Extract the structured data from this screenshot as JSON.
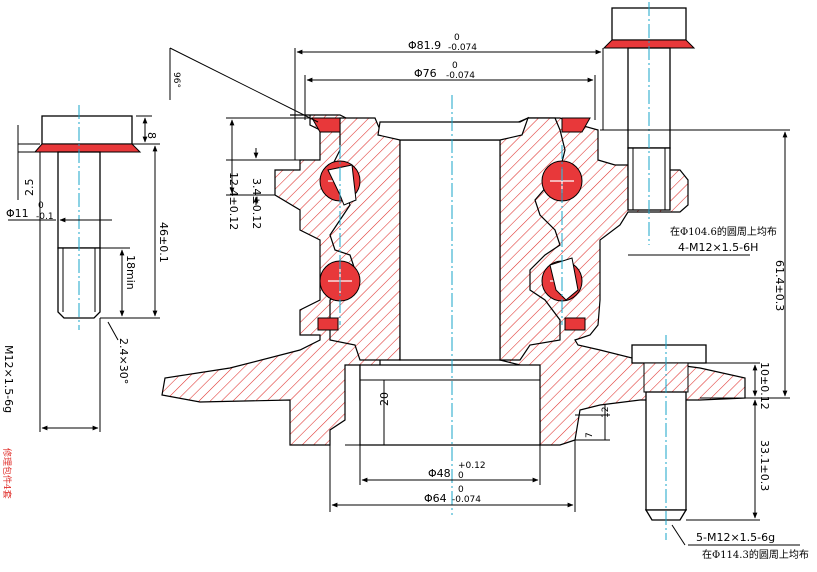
{
  "dimensions": {
    "outer_dia": "Φ81.9",
    "outer_dia_tol_upper": "0",
    "outer_dia_tol_lower": "-0.074",
    "inner_dia": "Φ76",
    "inner_dia_tol_upper": "0",
    "inner_dia_tol_lower": "-0.074",
    "bore_dia": "Φ48",
    "bore_dia_tol_upper": "+0.12",
    "bore_dia_tol_lower": "0",
    "pilot_dia": "Φ64",
    "pilot_dia_tol_upper": "0",
    "pilot_dia_tol_lower": "-0.074",
    "left_height_1": "12.4±0.12",
    "left_height_2": "3.4±0.12",
    "right_height": "61.4±0.3",
    "flange_thickness": "10±0.12",
    "stud_length": "33.1±0.3",
    "pilot_depth": "20",
    "step_12": "12",
    "step_7": "7",
    "angle_96": "96°"
  },
  "bolt_left": {
    "head_height": "8",
    "flange_thk": "2.5",
    "shank_dia": "Φ11",
    "shank_tol_upper": "0",
    "shank_tol_lower": "-0.1",
    "length": "46±0.1",
    "thread_len": "18min",
    "chamfer": "2.4×30°",
    "thread_spec": "M12×1.5-6g"
  },
  "notes": {
    "upper_circle": "在Φ104.6的圆周上均布",
    "upper_thread": "4-M12×1.5-6H",
    "lower_thread": "5-M12×1.5-6g",
    "lower_circle": "在Φ114.3的圆周上均布",
    "red_note": "修理包件4套"
  }
}
